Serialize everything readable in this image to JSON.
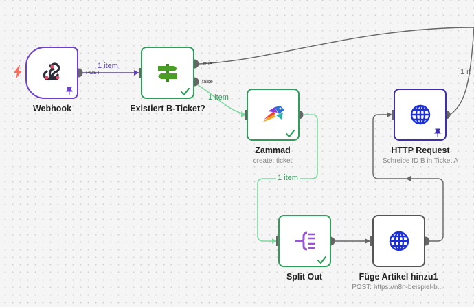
{
  "nodes": {
    "webhook": {
      "name": "Webhook",
      "output_label": "POST"
    },
    "if_node": {
      "name": "Existiert B-Ticket?",
      "true_label": "true",
      "false_label": "false"
    },
    "zammad": {
      "name": "Zammad",
      "subtitle": "create: ticket"
    },
    "http_request": {
      "name": "HTTP Request",
      "subtitle": "Schreibe ID B in Ticket A"
    },
    "split_out": {
      "name": "Split Out"
    },
    "fuege": {
      "name": "Füge Artikel hinzu1",
      "subtitle": "POST: https://n8n-beispiel-b...."
    }
  },
  "edges": {
    "webhook_to_if": "1 item",
    "if_false_to_zammad": "1 item",
    "zammad_to_split": "1 item",
    "http_out": "1 it"
  },
  "colors": {
    "success": "#2e9e5a",
    "trigger": "#6c3fd1",
    "edge_default": "#666666",
    "edge_success": "#7dd8a0",
    "edge_webhook": "#5a3fc0",
    "trigger_bolt": "#ff6d5a"
  },
  "icons": {
    "webhook": "webhook-icon",
    "if": "signpost-icon",
    "zammad": "zammad-bird-icon",
    "http": "globe-icon",
    "split": "split-out-icon",
    "check": "check-icon",
    "pin": "pin-icon",
    "trigger": "lightning-bolt-icon"
  }
}
